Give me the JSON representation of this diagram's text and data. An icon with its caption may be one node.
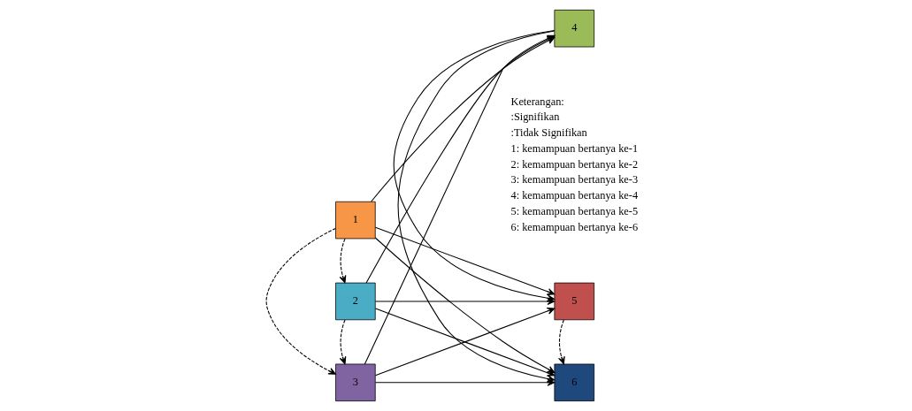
{
  "diagram": {
    "nodes": [
      {
        "text": [
          "1"
        ]
      },
      {
        "text": [
          "2"
        ]
      },
      {
        "text": [
          "3"
        ]
      },
      {
        "text": [
          "4"
        ]
      },
      {
        "text": [
          "5"
        ]
      },
      {
        "text": [
          "6"
        ]
      }
    ],
    "edges": [
      {
        "from": 0,
        "to": 3,
        "arrow": "to"
      },
      {
        "from": 0,
        "to": 4,
        "arrow": "to"
      },
      {
        "from": 0,
        "to": 5,
        "arrow": "to"
      },
      {
        "from": 0,
        "to": 1,
        "arrow": "to",
        "style": "dashed"
      },
      {
        "from": 0,
        "to": 2,
        "arrow": "to",
        "style": "dashed"
      },
      {
        "from": 1,
        "to": 3,
        "arrow": "to"
      },
      {
        "from": 1,
        "to": 4,
        "arrow": "to"
      },
      {
        "from": 1,
        "to": 5,
        "arrow": "to"
      },
      {
        "from": 1,
        "to": 2,
        "arrow": "to",
        "style": "dashed"
      },
      {
        "from": 2,
        "to": 3,
        "arrow": "to"
      },
      {
        "from": 2,
        "to": 4,
        "arrow": "to"
      },
      {
        "from": 2,
        "to": 5,
        "arrow": "to"
      },
      {
        "from": 3,
        "to": 4,
        "arrow": "to"
      },
      {
        "from": 3,
        "to": 5,
        "arrow": "to"
      },
      {
        "from": 4,
        "to": 5,
        "arrow": "to",
        "style": "dashed"
      }
    ],
    "labels": [
      "Keterangan:",
      "1: kemampuan bertanya ke-1",
      "2: kemampuan bertanya ke-2",
      "3: kemampuan bertanya ke-3",
      "4: kemampuan bertanya ke-4",
      "5: kemampuan bertanya ke-5",
      "6: kemampuan bertanya ke-6"
    ],
    "legend": [
      {
        "text": ":Signifikan"
      },
      {
        "text": ":Tidak Signifikan"
      }
    ]
  }
}
